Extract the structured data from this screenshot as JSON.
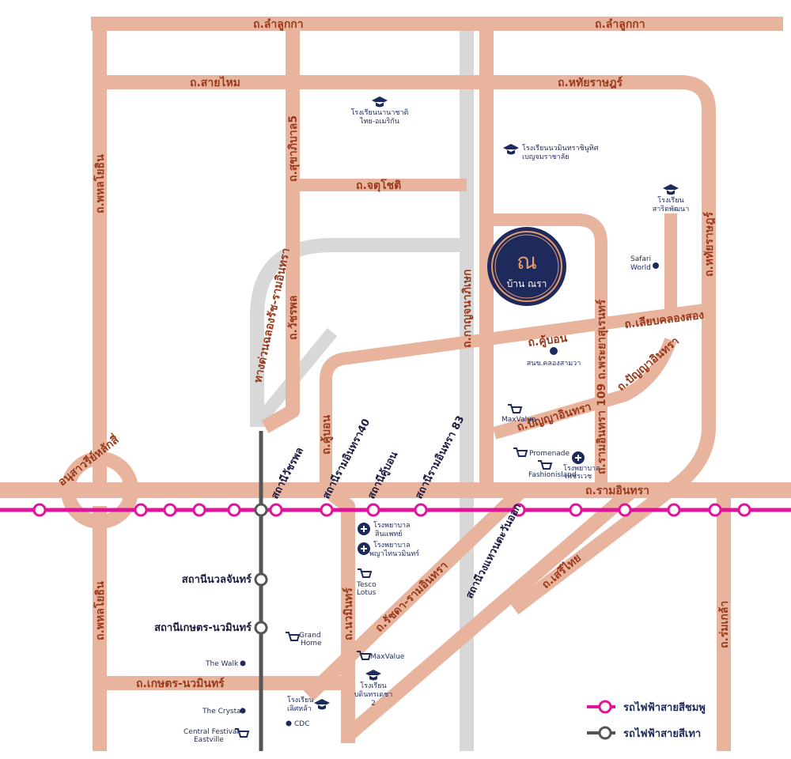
{
  "roads": {
    "lamlukka_w": "ถ.ลำลูกกา",
    "lamlukka_e": "ถ.ลำลูกกา",
    "saimai": "ถ.สายไหม",
    "hathairat_top": "ถ.หทัยราษฎร์",
    "hathairat_right": "ถ.หทัยราษฎร์",
    "phahonyothin_n": "ถ.พหลโยธิน",
    "phahonyothin_s": "ถ.พหลโยธิน",
    "sukhapiban5": "ถ.สุขาภิบาล5",
    "chatuchot": "ถ.จตุโชติ",
    "watcharaphon": "ถ.วัชรพล",
    "expressway": "ทางด่วนฉลองรัช-รามอินทรา",
    "kanchanaphisek": "ถ.กาญจนาภิเษก",
    "khubon_a": "ถ.คู้บอน",
    "khubon_b": "ถ.คู้บอน",
    "liap_khlong_song": "ถ.เลียบคลองสอง",
    "panya_indra_a": "ถ.ปัญญาอินทรา",
    "panya_indra_b": "ถ.ปัญญาอินทรา",
    "ramindra109": "ถ.รามอินทรา 109 ถ.พระยาสุเรนทร์",
    "ramindra": "ถ.รามอินทรา",
    "nawamin": "ถ.นวมินทร์",
    "ratchada_ramindra": "ถ.รัชดา-รามอินทรา",
    "serithai": "ถ.เสรีไทย",
    "romklao": "ถ.ร่มเกล้า",
    "kaset_nawamin": "ถ.เกษตร-นวมินทร์"
  },
  "circle_label": "อนุสาวรีย์หลักสี่",
  "stations": {
    "watcharaphon": "สถานีวัชรพล",
    "ramindra40": "สถานีรามอินทรา40",
    "khubon": "สถานีคู้บอน",
    "ramindra83": "สถานีรามอินทรา 83",
    "wongwaen": "สถานีวงแหวนตะวันออก",
    "nuanchan": "สถานีนวลจันทร์",
    "kaset_nawamin": "สถานีเกษตร-นวมินทร์"
  },
  "pois": {
    "school_intl_1": "โรงเรียนนานาชาติ",
    "school_intl_2": "ไทย-อเมริกัน",
    "school_nawamin_1": "โรงเรียนนวมินทราชินูทิศ",
    "school_nawamin_2": "เบญจมราชาลัย",
    "school_sarit_1": "โรงเรียน",
    "school_sarit_2": "สาริตพัฒนา",
    "safari_1": "Safari",
    "safari_2": "World",
    "khlong_samwa": "สนข.คลองสามวา",
    "maxvalue_top": "MaxValue",
    "promenade": "Promenade",
    "fashionisland": "Fashionisland",
    "hosp_phyathai_1": "โรงพยาบาล",
    "hosp_phyathai_2": "เพชรเวช",
    "hosp_sinphaet_1": "โรงพยาบาล",
    "hosp_sinphaet_2": "สินแพทย์",
    "hosp_nawamin_1": "โรงพยาบาล",
    "hosp_nawamin_2": "พญาไทนวมินทร์",
    "tesco_1": "Tesco",
    "tesco_2": "Lotus",
    "grand_home_1": "Grand",
    "grand_home_2": "Home",
    "the_walk": "The Walk",
    "maxvalue_bottom": "MaxValue",
    "school_bodin_1": "โรงเรียน",
    "school_bodin_2": "บดินทรเดชา",
    "school_bodin_3": "2",
    "the_crystal": "The Crystal",
    "school_lertla_1": "โรงเรียน",
    "school_lertla_2": "เลิศหล้า",
    "cdc": "CDC",
    "central_1": "Central Festival",
    "central_2": "Eastville"
  },
  "logo": {
    "mark": "ณ",
    "name": "บ้าน ณรา"
  },
  "legend": {
    "pink_line": "รถไฟฟ้าสายสีชมพู",
    "grey_line": "รถไฟฟ้าสายสีเทา"
  },
  "colors": {
    "road": "#e8b49e",
    "expressway": "#d8d8d8",
    "pink_line": "#e0139a",
    "grey_line": "#555555",
    "navy": "#1f2a5c",
    "logo_orange": "#e69a6e"
  },
  "icons": {
    "school": "graduation-cap-icon",
    "hospital": "plus-cross-icon",
    "shop": "shopping-cart-icon",
    "place": "dot-icon",
    "zoo": "paw-icon"
  }
}
